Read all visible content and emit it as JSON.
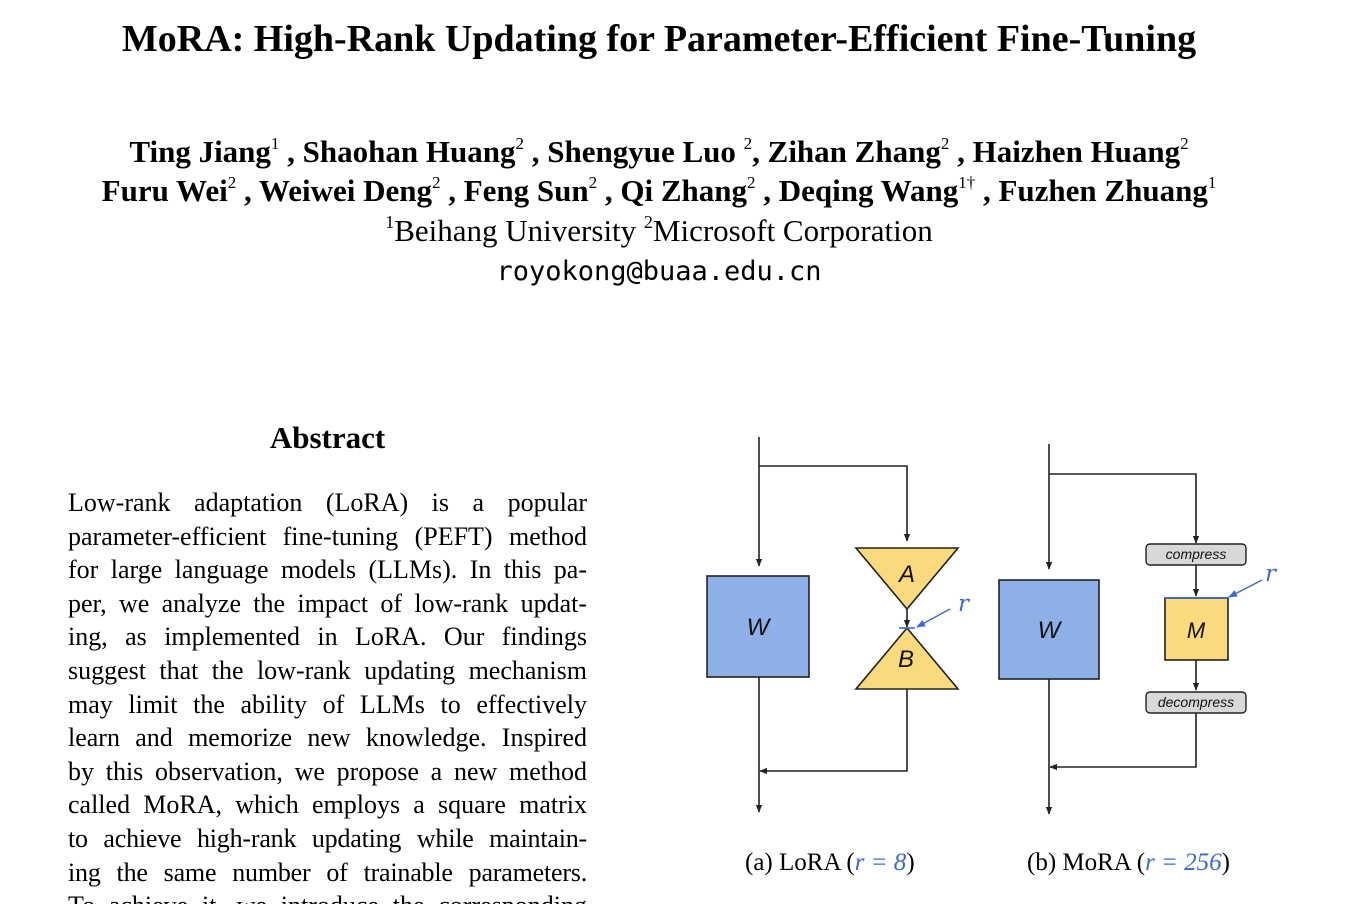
{
  "title": "MoRA: High-Rank Updating for Parameter-Efficient Fine-Tuning",
  "authors_line1": [
    {
      "name": "Ting Jiang",
      "sup": "1",
      "sep": " , "
    },
    {
      "name": "Shaohan Huang",
      "sup": "2",
      "sep": " , "
    },
    {
      "name": "Shengyue Luo ",
      "sup": "2",
      "sep": ", "
    },
    {
      "name": "Zihan Zhang",
      "sup": "2",
      "sep": " , "
    },
    {
      "name": "Haizhen Huang",
      "sup": "2",
      "sep": ""
    }
  ],
  "authors_line2": [
    {
      "name": "Furu Wei",
      "sup": "2",
      "sep": " , "
    },
    {
      "name": "Weiwei Deng",
      "sup": "2",
      "sep": " , "
    },
    {
      "name": "Feng Sun",
      "sup": "2",
      "sep": " , "
    },
    {
      "name": "Qi Zhang",
      "sup": "2",
      "sep": " , "
    },
    {
      "name": "Deqing Wang",
      "sup": "1†",
      "sep": " , "
    },
    {
      "name": "Fuzhen Zhuang",
      "sup": "1",
      "sep": ""
    }
  ],
  "affiliation": {
    "sup1": "1",
    "org1": "Beihang University ",
    "sup2": "2",
    "org2": "Microsoft Corporation"
  },
  "email": "royokong@buaa.edu.cn",
  "abstract": {
    "heading": "Abstract",
    "lines": [
      "Low-rank adaptation (LoRA) is a popular",
      "parameter-efficient fine-tuning (PEFT) method",
      "for large language models (LLMs). In this pa-",
      "per, we analyze the impact of low-rank updat-",
      "ing, as implemented in LoRA. Our findings",
      "suggest that the low-rank updating mechanism",
      "may limit the ability of LLMs to effectively",
      "learn and memorize new knowledge. Inspired",
      "by this observation, we propose a new method",
      "called MoRA, which employs a square matrix",
      "to achieve high-rank updating while maintain-",
      "ing the same number of trainable parameters.",
      "To achieve it, we introduce the corresponding"
    ]
  },
  "figure": {
    "lora": {
      "w": "W",
      "a": "A",
      "b": "B",
      "r": "r"
    },
    "mora": {
      "w": "W",
      "m": "M",
      "r": "r",
      "compress": "compress",
      "decompress": "decompress"
    },
    "colors": {
      "weight": "#8eb0e6",
      "adapter": "#fbd97d",
      "accent": "#3a6ad0",
      "label_box": "#d8d8d8"
    },
    "caption_a": {
      "prefix": "(a) LoRA (",
      "math": "r = 8",
      "suffix": ")"
    },
    "caption_b": {
      "prefix": "(b) MoRA (",
      "math": "r = 256",
      "suffix": ")"
    }
  }
}
